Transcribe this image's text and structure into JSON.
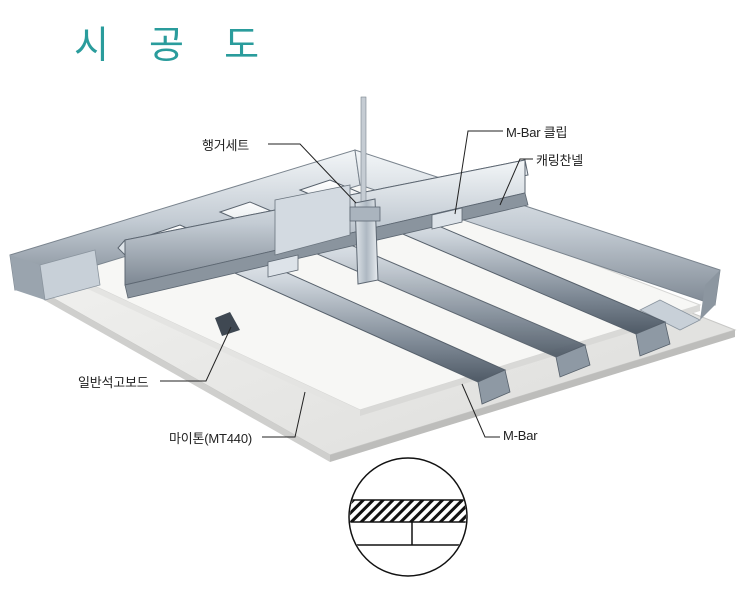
{
  "title": "시 공 도",
  "labels": {
    "hanger_set": "행거세트",
    "mbar_clip": "M-Bar 클립",
    "carrying_channel": "캐링찬넬",
    "gypsum_board": "일반석고보드",
    "mytone": "마이톤(MT440)",
    "mbar": "M-Bar"
  },
  "colors": {
    "title": "#2a9c9c",
    "metal_light": "#e9edf1",
    "metal_mid": "#b8c2cc",
    "metal_dark": "#6d7884",
    "board": "#e8e8e6"
  }
}
